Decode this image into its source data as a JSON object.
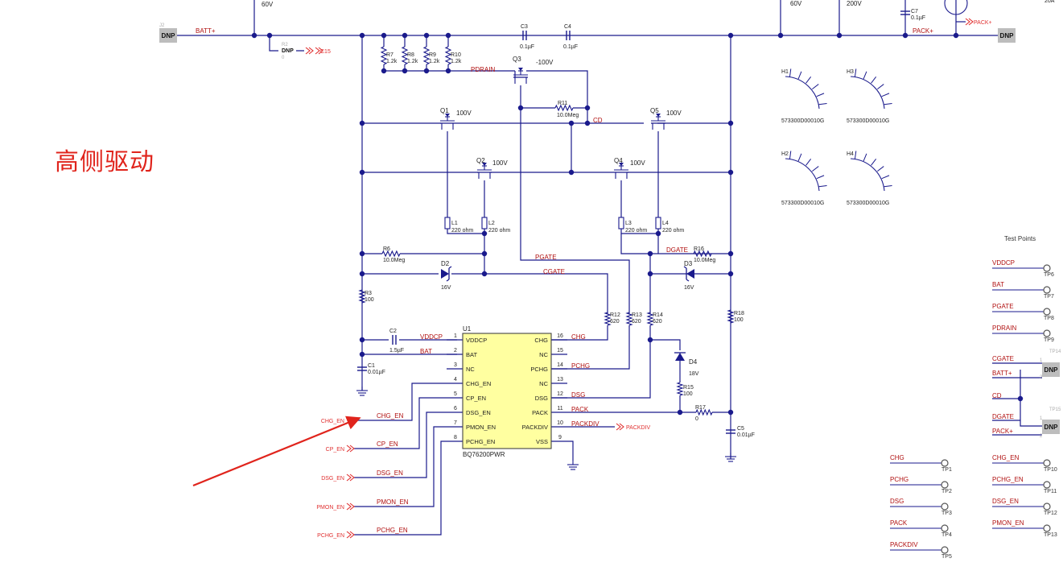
{
  "heading": "高侧驱动",
  "test_points_title": "Test Points",
  "colors": {
    "wire": "#1a1a8c",
    "net_label": "#b01010",
    "port": "#e03030",
    "ic_fill": "#ffffa0",
    "component": "#1a1a8c",
    "arrow": "#e0241c",
    "heading": "#e0241c",
    "dnp_fill": "#bdbdbd"
  },
  "top_labels": {
    "v1": "60V",
    "v2": "60V",
    "v3": "200V",
    "v4": "20A",
    "batt": "BATT+",
    "pack": "PACK+",
    "pack_port": "PACK+",
    "dnp_left": "DNP",
    "dnp_right": "DNP",
    "dnp_r2": "DNP",
    "j2": "J2",
    "r2": "R2",
    "r2_val": "0",
    "c15": "C15",
    "c7_ref": "C7",
    "c7_val": "0.1µF"
  },
  "resistors_top": [
    {
      "ref": "R7",
      "val": "1.2k"
    },
    {
      "ref": "R8",
      "val": "1.2k"
    },
    {
      "ref": "R9",
      "val": "1.2k"
    },
    {
      "ref": "R10",
      "val": "1.2k"
    }
  ],
  "caps_top": {
    "c3": "C3",
    "c3_val": "0.1µF",
    "c4": "C4",
    "c4_val": "0.1µF"
  },
  "fets": {
    "q3": "Q3",
    "q3_v": "-100V",
    "q1": "Q1",
    "q1_v": "100V",
    "q5": "Q5",
    "q5_v": "100V",
    "q2": "Q2",
    "q2_v": "100V",
    "q4": "Q4",
    "q4_v": "100V"
  },
  "nets": {
    "pdrain": "PDRAIN",
    "cd": "CD",
    "pgate": "PGATE",
    "cgate": "CGATE",
    "dgate": "DGATE",
    "vddcp": "VDDCP",
    "bat": "BAT",
    "chg": "CHG",
    "pchg": "PCHG",
    "dsg": "DSG",
    "pack": "PACK",
    "packdiv": "PACKDIV",
    "packdiv_port": "PACKDIV"
  },
  "r11": {
    "ref": "R11",
    "val": "10.0Meg"
  },
  "inductors": [
    {
      "ref": "L1",
      "val": "220 ohm"
    },
    {
      "ref": "L2",
      "val": "220 ohm"
    },
    {
      "ref": "L3",
      "val": "220 ohm"
    },
    {
      "ref": "L4",
      "val": "220 ohm"
    }
  ],
  "r6": {
    "ref": "R6",
    "val": "10.0Meg"
  },
  "r16": {
    "ref": "R16",
    "val": "10.0Meg"
  },
  "d2": {
    "ref": "D2",
    "val": "16V"
  },
  "d3": {
    "ref": "D3",
    "val": "16V"
  },
  "d4": {
    "ref": "D4",
    "val": "18V"
  },
  "r3": {
    "ref": "R3",
    "val": "100"
  },
  "r12": {
    "ref": "R12",
    "val": "620"
  },
  "r13": {
    "ref": "R13",
    "val": "620"
  },
  "r14": {
    "ref": "R14",
    "val": "620"
  },
  "r15": {
    "ref": "R15",
    "val": "100"
  },
  "r17": {
    "ref": "R17",
    "val": "0"
  },
  "r18": {
    "ref": "R18",
    "val": "100"
  },
  "c2": {
    "ref": "C2",
    "val": "1.5µF"
  },
  "c1": {
    "ref": "C1",
    "val": "0.01µF"
  },
  "c5": {
    "ref": "C5",
    "val": "0.01µF"
  },
  "ic": {
    "ref": "U1",
    "part": "BQ76200PWR",
    "left_pins": [
      {
        "num": "1",
        "name": "VDDCP"
      },
      {
        "num": "2",
        "name": "BAT"
      },
      {
        "num": "3",
        "name": "NC"
      },
      {
        "num": "4",
        "name": "CHG_EN"
      },
      {
        "num": "5",
        "name": "CP_EN"
      },
      {
        "num": "6",
        "name": "DSG_EN"
      },
      {
        "num": "7",
        "name": "PMON_EN"
      },
      {
        "num": "8",
        "name": "PCHG_EN"
      }
    ],
    "right_pins": [
      {
        "num": "16",
        "name": "CHG"
      },
      {
        "num": "15",
        "name": "NC"
      },
      {
        "num": "14",
        "name": "PCHG"
      },
      {
        "num": "13",
        "name": "NC"
      },
      {
        "num": "12",
        "name": "DSG"
      },
      {
        "num": "11",
        "name": "PACK"
      },
      {
        "num": "10",
        "name": "PACKDIV"
      },
      {
        "num": "9",
        "name": "VSS"
      }
    ]
  },
  "ports": [
    {
      "port": "CHG_EN",
      "net": "CHG_EN"
    },
    {
      "port": "CP_EN",
      "net": "CP_EN"
    },
    {
      "port": "DSG_EN",
      "net": "DSG_EN"
    },
    {
      "port": "PMON_EN",
      "net": "PMON_EN"
    },
    {
      "port": "PCHG_EN",
      "net": "PCHG_EN"
    }
  ],
  "heatsinks": [
    {
      "ref": "H1",
      "part": "573300D00010G"
    },
    {
      "ref": "H3",
      "part": "573300D00010G"
    },
    {
      "ref": "H2",
      "part": "573300D00010G"
    },
    {
      "ref": "H4",
      "part": "573300D00010G"
    }
  ],
  "test_points_right": [
    {
      "net": "VDDCP",
      "tp": "TP6"
    },
    {
      "net": "BAT",
      "tp": "TP7"
    },
    {
      "net": "PGATE",
      "tp": "TP8"
    },
    {
      "net": "PDRAIN",
      "tp": "TP9"
    }
  ],
  "dnp_groups": {
    "g1": {
      "tp": "TP14",
      "net1": "CGATE",
      "net2": "BATT+",
      "dnp": "DNP",
      "pin1": "1",
      "pin2": "2"
    },
    "g2": {
      "tp": "TP15",
      "net1": "DGATE",
      "net2": "PACK+",
      "dnp": "DNP",
      "pin1": "1",
      "pin2": "2"
    },
    "cd": "CD"
  },
  "test_points_bottom_left": [
    {
      "net": "CHG",
      "tp": "TP1"
    },
    {
      "net": "PCHG",
      "tp": "TP2"
    },
    {
      "net": "DSG",
      "tp": "TP3"
    },
    {
      "net": "PACK",
      "tp": "TP4"
    },
    {
      "net": "PACKDIV",
      "tp": "TP5"
    }
  ],
  "test_points_bottom_right": [
    {
      "net": "CHG_EN",
      "tp": "TP10"
    },
    {
      "net": "PCHG_EN",
      "tp": "TP11"
    },
    {
      "net": "DSG_EN",
      "tp": "TP12"
    },
    {
      "net": "PMON_EN",
      "tp": "TP13"
    }
  ]
}
